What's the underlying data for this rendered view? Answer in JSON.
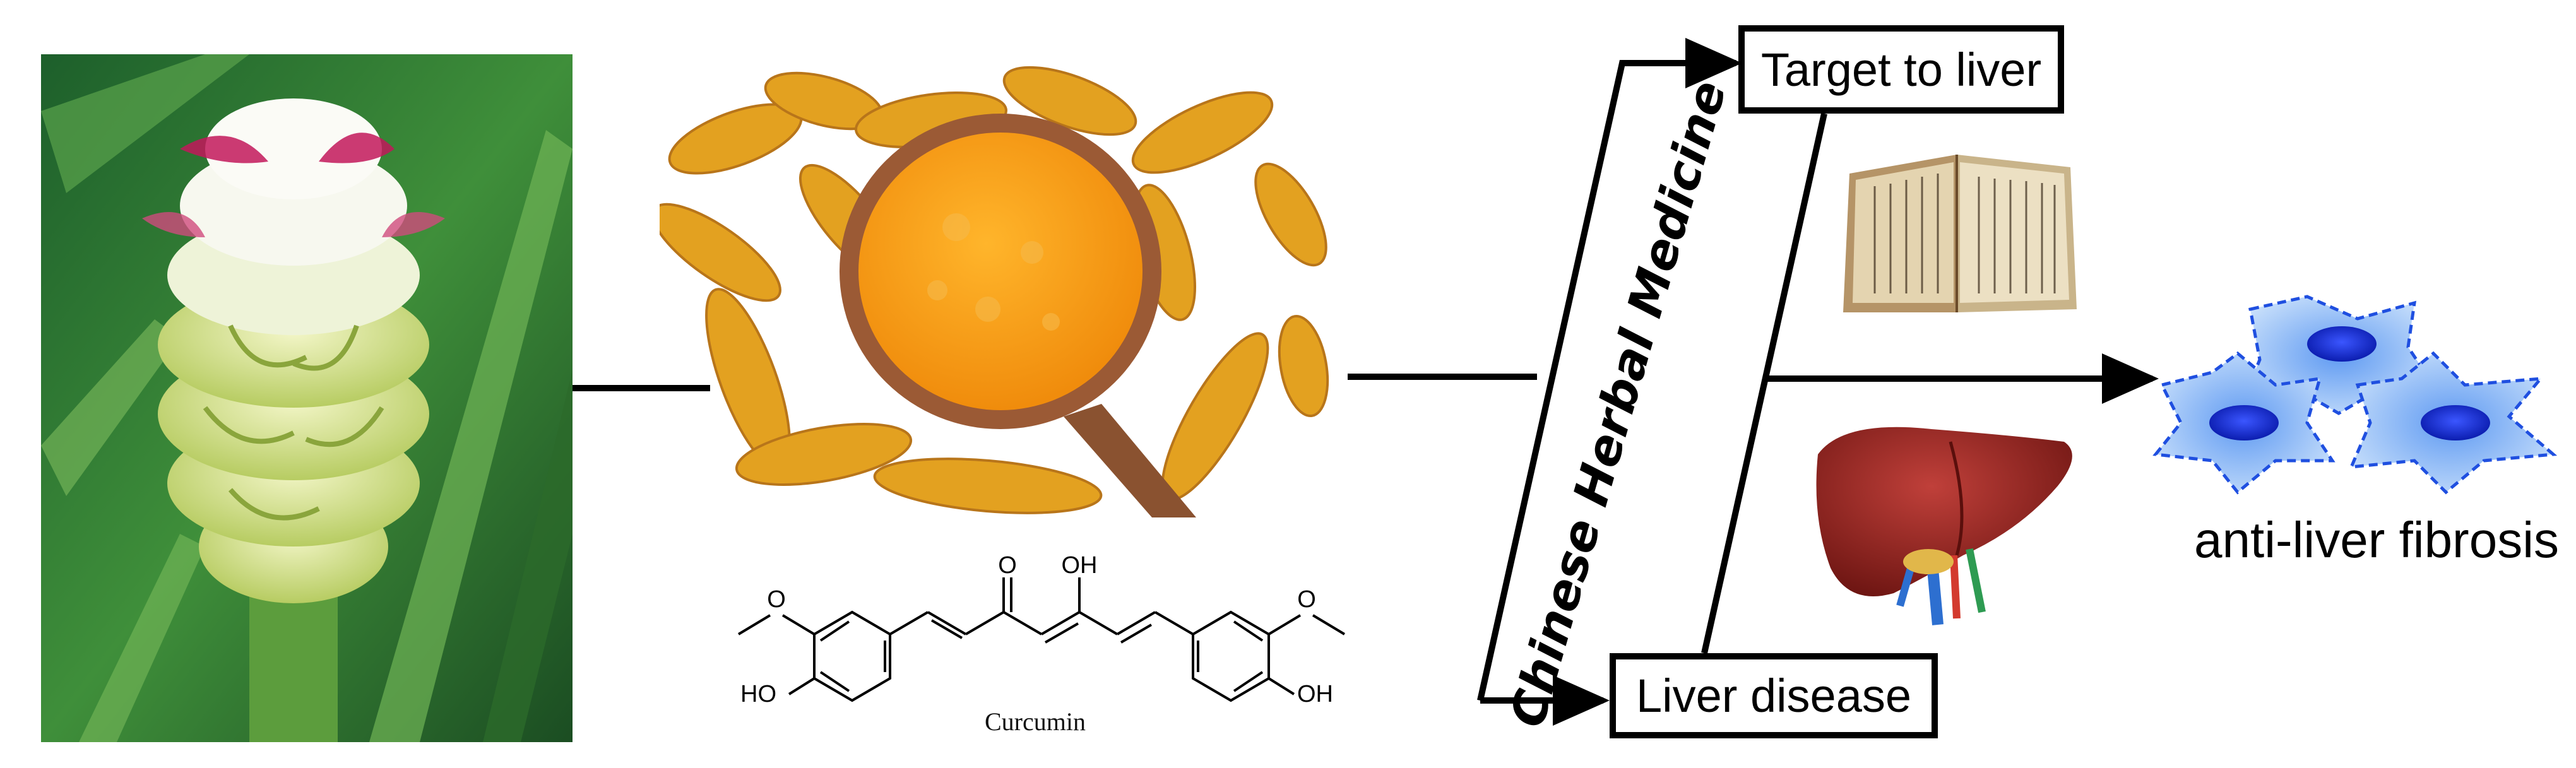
{
  "boxes": {
    "target": "Target to liver",
    "disease": "Liver disease"
  },
  "vertical_label": "Chinese Herbal Medicine",
  "outcome_label": "anti-liver fibrosis",
  "molecule": {
    "caption": "Curcumin",
    "atoms": {
      "carbonyl_o": "O",
      "enol_oh": "OH",
      "methoxy_left": "O",
      "hydroxy_left": "HO",
      "methoxy_right": "O",
      "hydroxy_right": "OH"
    }
  },
  "colors": {
    "line": "#000000",
    "turmeric": "#e9a21c",
    "powder": "#f39c12",
    "leaf": "#2f7d2a",
    "bract": "#dfe8a0",
    "bract_tip": "#c2185b",
    "liver": "#8e1f1b",
    "cell_fill": "#9cc7f5",
    "cell_outline": "#1f4fe0",
    "nucleus": "#0b1fc4",
    "book": "#c9b48a"
  },
  "icons": [
    "curcuma-flower-photo",
    "turmeric-roots-photo",
    "ancient-book-icon",
    "liver-organ-icon",
    "fibrosis-cells-icon"
  ]
}
